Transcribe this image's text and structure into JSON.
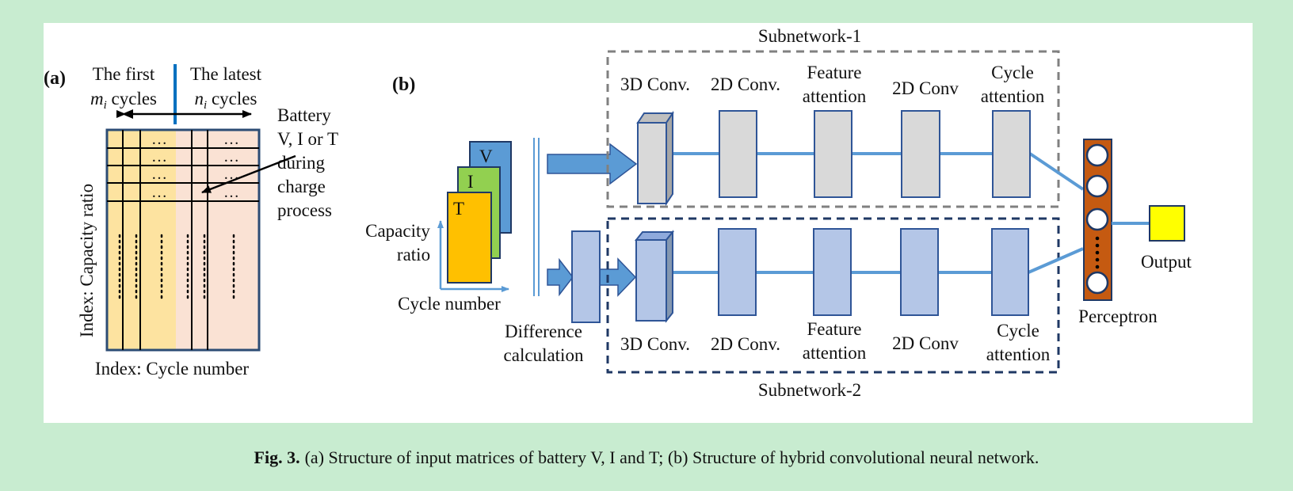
{
  "panel_a": {
    "label": "(a)",
    "first_cycles_line1": "The first",
    "first_cycles_var": "m",
    "first_cycles_sub": "i",
    "first_cycles_rest": " cycles",
    "latest_cycles_line1": "The latest",
    "latest_cycles_var": "n",
    "latest_cycles_sub": "i",
    "latest_cycles_rest": " cycles",
    "battery_note": [
      "Battery",
      "V, I or T",
      "during",
      "charge",
      "process"
    ],
    "y_index_label": "Index: Capacity ratio",
    "x_index_label": "Index: Cycle number",
    "ellipsis": "…"
  },
  "panel_b": {
    "label": "(b)",
    "channels": [
      "V",
      "I",
      "T"
    ],
    "axis_capacity": [
      "Capacity",
      "ratio"
    ],
    "axis_cycle": "Cycle number",
    "difference": [
      "Difference",
      "calculation"
    ],
    "subnetwork_1": {
      "title": "Subnetwork-1",
      "layers": [
        [
          "3D Conv."
        ],
        [
          "2D Conv."
        ],
        [
          "Feature",
          "attention"
        ],
        [
          "2D Conv"
        ],
        [
          "Cycle",
          "attention"
        ]
      ]
    },
    "subnetwork_2": {
      "title": "Subnetwork-2",
      "layers": [
        [
          "3D Conv."
        ],
        [
          "2D Conv."
        ],
        [
          "Feature",
          "attention"
        ],
        [
          "2D Conv"
        ],
        [
          "Cycle",
          "attention"
        ]
      ]
    },
    "perceptron": "Perceptron",
    "output": "Output"
  },
  "caption": {
    "label": "Fig. 3.",
    "text": "(a) Structure of input matrices of battery V, I and T; (b) Structure of hybrid convolutional neural network."
  },
  "colors": {
    "background": "#c8ecd0",
    "matrix_first": "#fde3a0",
    "matrix_latest": "#fae2d4",
    "matrix_border": "#2c4c74",
    "channel_v": "#5b9bd5",
    "channel_i": "#92d050",
    "channel_t": "#ffc000",
    "sub1_fill": "#d9d9d9",
    "sub2_fill": "#b4c6e7",
    "arrow_fill": "#5b9bd5",
    "perceptron_fill": "#c55a11",
    "output_fill": "#ffff00"
  }
}
